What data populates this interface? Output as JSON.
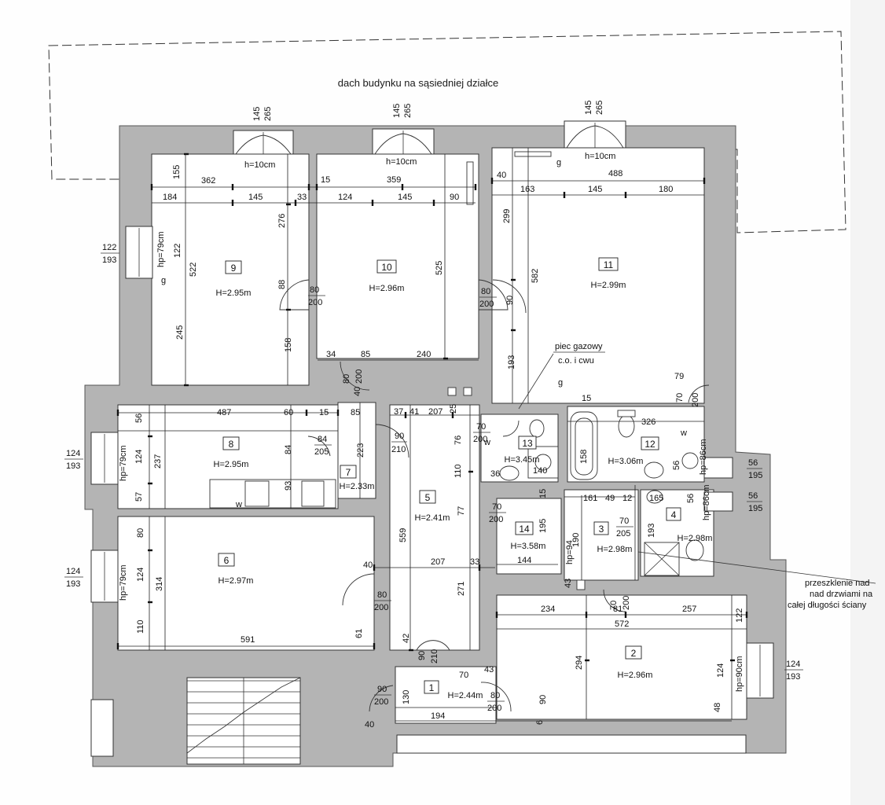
{
  "title": "dach budynku na sąsiedniej działce",
  "rooms": [
    {
      "no": "1",
      "h": "H=2.44m"
    },
    {
      "no": "2",
      "h": "H=2.96m"
    },
    {
      "no": "3",
      "h": "H=2.98m"
    },
    {
      "no": "4",
      "h": "H=2.98m"
    },
    {
      "no": "5",
      "h": "H=2.41m"
    },
    {
      "no": "6",
      "h": "H=2.97m"
    },
    {
      "no": "7",
      "h": "H=2.33m"
    },
    {
      "no": "8",
      "h": "H=2.95m"
    },
    {
      "no": "9",
      "h": "H=2.95m"
    },
    {
      "no": "10",
      "h": "H=2.96m"
    },
    {
      "no": "11",
      "h": "H=2.99m"
    },
    {
      "no": "12",
      "h": "H=3.06m"
    },
    {
      "no": "13",
      "h": "H=3.45m"
    },
    {
      "no": "14",
      "h": "H=3.58m"
    }
  ],
  "annotations": {
    "furnace": [
      "piec gazowy",
      "c.o. i cwu"
    ],
    "glazing": [
      "przeszklenie nad",
      "nad drzwiami na",
      "całej długości ściany"
    ],
    "lintel": "h=10cm"
  },
  "window_fractions": {
    "w9": [
      "122",
      "193"
    ],
    "w8": [
      "124",
      "193"
    ],
    "w6": [
      "124",
      "193"
    ],
    "w2": [
      "124",
      "193"
    ],
    "w12": [
      "56",
      "195"
    ],
    "w4": [
      "56",
      "195"
    ]
  },
  "door_fractions": {
    "d9_10": [
      "80",
      "200"
    ],
    "d10_11": [
      "80",
      "200"
    ],
    "d7": [
      "80",
      "200"
    ],
    "d5": [
      "90",
      "210"
    ],
    "d8": [
      "84",
      "205"
    ],
    "d13": [
      "70",
      "200"
    ],
    "d12": [
      "70",
      "200"
    ],
    "d14": [
      "70",
      "200"
    ],
    "d3": [
      "70",
      "205"
    ],
    "d3b": [
      "70",
      "200"
    ],
    "d6": [
      "80",
      "200"
    ],
    "d5b": [
      "90",
      "210"
    ],
    "d1a": [
      "90",
      "200"
    ],
    "d1b": [
      "80",
      "200"
    ]
  },
  "dims": {
    "r9a": "155",
    "r9b": "362",
    "r9c": "184",
    "r9d": "145",
    "r9e": "33",
    "r9f": "276",
    "r9g": "122",
    "r9h": "522",
    "r9i": "88",
    "r9j": "245",
    "r9k": "158",
    "r9hp": "hp=79cm",
    "r9g0": "g",
    "r10a": "15",
    "r10b": "359",
    "r10c": "124",
    "r10d": "145",
    "r10e": "90",
    "r10f": "525",
    "r10g": "34",
    "r10h": "85",
    "r10i": "240",
    "top1a": "145",
    "top1b": "265",
    "top2a": "145",
    "top2b": "265",
    "top3a": "145",
    "top3b": "265",
    "r11a": "40",
    "r11b": "488",
    "r11c": "163",
    "r11d": "145",
    "r11e": "180",
    "r11f": "299",
    "r11g": "582",
    "r11h": "90",
    "r11i": "193",
    "r11j": "79",
    "r11k": "g",
    "r8a": "56",
    "r8b": "487",
    "r8c": "60",
    "r8d": "15",
    "r8e": "85",
    "r8f": "124",
    "r8g": "237",
    "r8h": "84",
    "r8i": "57",
    "r8j": "93",
    "r8hp": "hp=79cm",
    "r8w": "w",
    "r7a": "40",
    "r7b": "223",
    "r5a": "37",
    "r5b": "41",
    "r5c": "207",
    "r5d": "25",
    "r5e": "76",
    "r5f": "110",
    "r5g": "77",
    "r5h": "559",
    "r5i": "207",
    "r5j": "33",
    "r5k": "271",
    "r5l": "40",
    "r5m": "61",
    "r5n": "42",
    "r13a": "36",
    "r13b": "140",
    "r13w": "w",
    "r12a": "15",
    "r12b": "326",
    "r12c": "158",
    "r12d": "56",
    "r12w": "w",
    "r12hp": "hp=86cm",
    "r14a": "15",
    "r14b": "195",
    "r14c": "144",
    "r3a": "161",
    "r3b": "49",
    "r3c": "12",
    "r3d": "190",
    "r3e": "43",
    "r3f": "hp=94",
    "r3g": "193",
    "r4a": "165",
    "r4b": "56",
    "r4hp": "hp=86cm",
    "r6a": "80",
    "r6b": "124",
    "r6c": "314",
    "r6d": "110",
    "r6e": "591",
    "r6hp": "hp=79cm",
    "r2a": "234",
    "r2b": "81",
    "r2c": "257",
    "r2d": "572",
    "r2e": "122",
    "r2f": "294",
    "r2g": "124",
    "r2h": "48",
    "r2i": "90",
    "r2hp": "hp=90cm",
    "r1a": "70",
    "r1b": "43",
    "r1c": "130",
    "r1d": "194",
    "r1e": "40",
    "r1f": "6"
  }
}
